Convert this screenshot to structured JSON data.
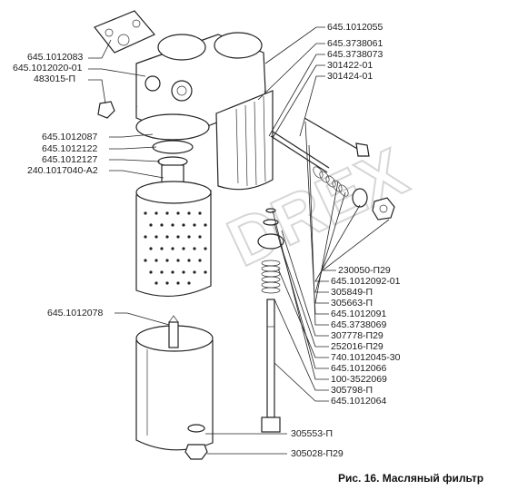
{
  "labels": {
    "l1": "645.1012083",
    "l2": "645.1012020-01",
    "l3": "483015-П",
    "l4": "645.1012087",
    "l5": "645.1012122",
    "l6": "645.1012127",
    "l7": "240.1017040-А2",
    "l8": "645.1012078",
    "r1": "645.1012055",
    "r2": "645.3738061",
    "r3": "645.3738073",
    "r4": "301422-01",
    "r5": "301424-01",
    "r6": "230050-П29",
    "r7": "645.1012092-01",
    "r8": "305849-П",
    "r9": "305663-П",
    "r10": "645.1012091",
    "r11": "645.3738069",
    "r12": "307778-П29",
    "r13": "252016-П29",
    "r14": "740.1012045-30",
    "r15": "645.1012066",
    "r16": "100-3522069",
    "r17": "305798-П",
    "r18": "645.1012064",
    "b1": "305553-П",
    "b2": "305028-П29"
  },
  "caption": "Рис. 16. Масляный фильтр",
  "watermark": "DREX"
}
